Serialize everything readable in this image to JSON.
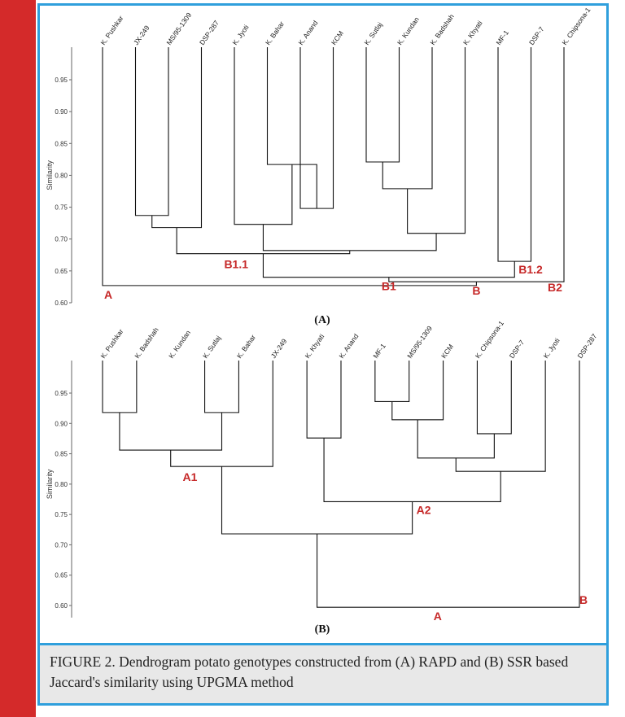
{
  "caption": "FIGURE 2. Dendrogram potato genotypes constructed from (A) RAPD and (B) SSR based Jaccard's similarity using UPGMA method",
  "colors": {
    "side_bar": "#d42a2a",
    "frame": "#2f9fdc",
    "node_label": "#c62828",
    "caption_bg": "#e8e8e8"
  },
  "chart_data": [
    {
      "type": "dendrogram",
      "panel_label": "(A)",
      "ylabel": "Similarity",
      "ylim": [
        0.6,
        0.99
      ],
      "yticks": [
        "0.60",
        "0.65",
        "0.70",
        "0.75",
        "0.80",
        "0.85",
        "0.90",
        "0.95"
      ],
      "leaves": [
        "K. Pushkar",
        "JX-249",
        "MS/95-1309",
        "DSP-287",
        "K. Jyoti",
        "K. Bahar",
        "K. Anand",
        "KCM",
        "K. Sutlaj",
        "K. Kundan",
        "K. Badshah",
        "K. Khyati",
        "MF-1",
        "DSP-7",
        "K. Chipsona-1"
      ],
      "merges": [
        {
          "id": "a1",
          "children": [
            "JX-249",
            "MS/95-1309"
          ],
          "height": 0.737
        },
        {
          "id": "a2",
          "children": [
            "a1",
            "DSP-287"
          ],
          "height": 0.718
        },
        {
          "id": "a3",
          "children": [
            "K. Anand",
            "KCM"
          ],
          "height": 0.748
        },
        {
          "id": "a4",
          "children": [
            "K. Bahar",
            "a3"
          ],
          "height": 0.817
        },
        {
          "id": "a5",
          "children": [
            "K. Jyoti",
            "a4"
          ],
          "height": 0.723
        },
        {
          "id": "a6",
          "children": [
            "K. Sutlaj",
            "K. Kundan"
          ],
          "height": 0.821
        },
        {
          "id": "a7",
          "children": [
            "a6",
            "K. Badshah"
          ],
          "height": 0.779
        },
        {
          "id": "a8",
          "children": [
            "a7",
            "K. Khyati"
          ],
          "height": 0.709
        },
        {
          "id": "a9",
          "children": [
            "a5",
            "a8"
          ],
          "height": 0.682
        },
        {
          "id": "a10",
          "children": [
            "a2",
            "a9"
          ],
          "height": 0.677
        },
        {
          "id": "a11",
          "children": [
            "MF-1",
            "DSP-7"
          ],
          "height": 0.665
        },
        {
          "id": "a12",
          "children": [
            "a10",
            "a11"
          ],
          "height": 0.64
        },
        {
          "id": "a13",
          "children": [
            "a12",
            "K. Chipsona-1"
          ],
          "height": 0.633
        },
        {
          "id": "a14",
          "children": [
            "K. Pushkar",
            "a13"
          ],
          "height": 0.627
        }
      ],
      "node_labels": [
        {
          "text": "A",
          "node": "a14",
          "pos": "left"
        },
        {
          "text": "B1.1",
          "node": "a10",
          "pos": "below-left"
        },
        {
          "text": "B1",
          "node": "a12",
          "pos": "below"
        },
        {
          "text": "B",
          "node": "a13",
          "pos": "below"
        },
        {
          "text": "B1.2",
          "node": "a11",
          "pos": "below-right"
        },
        {
          "text": "B2",
          "node": "a13",
          "pos": "right"
        }
      ]
    },
    {
      "type": "dendrogram",
      "panel_label": "(B)",
      "ylabel": "Similarity",
      "ylim": [
        0.58,
        0.99
      ],
      "yticks": [
        "0.60",
        "0.65",
        "0.70",
        "0.75",
        "0.80",
        "0.85",
        "0.90",
        "0.95"
      ],
      "leaves": [
        "K. Pushkar",
        "K. Badshah",
        "K. Kundan",
        "K. Sutlaj",
        "K. Bahar",
        "JX-249",
        "K. Khyati",
        "K. Anand",
        "MF-1",
        "MS/95-1309",
        "KCM",
        "K. Chipsona-1",
        "DSP-7",
        "K. Jyoti",
        "DSP-287"
      ],
      "merges": [
        {
          "id": "b1",
          "children": [
            "K. Pushkar",
            "K. Badshah"
          ],
          "height": 0.918
        },
        {
          "id": "b2",
          "children": [
            "K. Sutlaj",
            "K. Bahar"
          ],
          "height": 0.918
        },
        {
          "id": "b3",
          "children": [
            "b1",
            "b2"
          ],
          "height": 0.856
        },
        {
          "id": "b4",
          "children": [
            "b3",
            "JX-249"
          ],
          "height": 0.829
        },
        {
          "id": "b5",
          "children": [
            "K. Khyati",
            "K. Anand"
          ],
          "height": 0.876
        },
        {
          "id": "b6",
          "children": [
            "MF-1",
            "MS/95-1309"
          ],
          "height": 0.936
        },
        {
          "id": "b7",
          "children": [
            "b6",
            "KCM"
          ],
          "height": 0.906
        },
        {
          "id": "b8",
          "children": [
            "K. Chipsona-1",
            "DSP-7"
          ],
          "height": 0.883
        },
        {
          "id": "b9",
          "children": [
            "b7",
            "b8"
          ],
          "height": 0.843
        },
        {
          "id": "b10",
          "children": [
            "b9",
            "K. Jyoti"
          ],
          "height": 0.821
        },
        {
          "id": "b11",
          "children": [
            "b5",
            "b10"
          ],
          "height": 0.771
        },
        {
          "id": "b12",
          "children": [
            "b4",
            "b11"
          ],
          "height": 0.718
        },
        {
          "id": "b13",
          "children": [
            "b12",
            "DSP-287"
          ],
          "height": 0.597
        }
      ],
      "node_labels": [
        {
          "text": "A1",
          "node": "b4",
          "pos": "below-left"
        },
        {
          "text": "A2",
          "node": "b11",
          "pos": "below-right"
        },
        {
          "text": "A",
          "node": "b13",
          "pos": "left"
        },
        {
          "text": "B",
          "node": "b13",
          "pos": "right"
        }
      ]
    }
  ]
}
